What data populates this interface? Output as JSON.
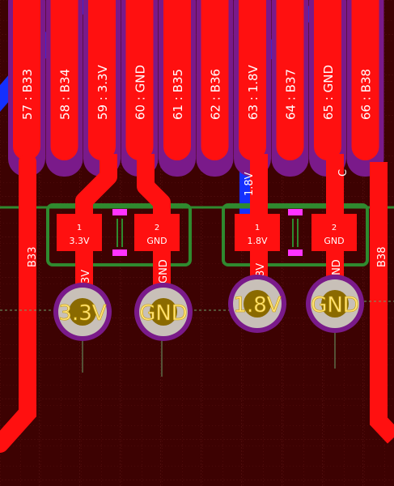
{
  "fingers": [
    {
      "label": "57 : B33"
    },
    {
      "label": "58 : B34"
    },
    {
      "label": "59 : 3.3V"
    },
    {
      "label": "60 : GND"
    },
    {
      "label": "61 : B35"
    },
    {
      "label": "62 : B36"
    },
    {
      "label": "63 : 1.8V"
    },
    {
      "label": "64 : B37"
    },
    {
      "label": "65 : GND"
    },
    {
      "label": "66 : B38"
    }
  ],
  "headers": [
    {
      "pin1": {
        "num": "1",
        "net": "3.3V"
      },
      "pin2": {
        "num": "2",
        "net": "GND"
      }
    },
    {
      "pin1": {
        "num": "1",
        "net": "1.8V"
      },
      "pin2": {
        "num": "2",
        "net": "GND"
      }
    }
  ],
  "vias": [
    {
      "label": "3.3V"
    },
    {
      "label": "GND"
    },
    {
      "label": "1.8V"
    },
    {
      "label": "GND"
    }
  ],
  "trace_labels": {
    "left_b33": "B33",
    "right_b38": "B38",
    "trace_3v3": "3V",
    "trace_gnd1": "GND",
    "trace_1v8": "8V",
    "trace_gnd2": "GND",
    "top_blue_1v8": "1.8V",
    "top_c": "C"
  },
  "colors": {
    "copper_top": "#ff1010",
    "copper_bottom": "#1430ff",
    "solder_mask_outline": "#7a1a8a",
    "silkscreen": "#2f8a2f",
    "paste": "#ff33ff",
    "via_ring": "#c8c0b8",
    "background": "#3d0202"
  }
}
